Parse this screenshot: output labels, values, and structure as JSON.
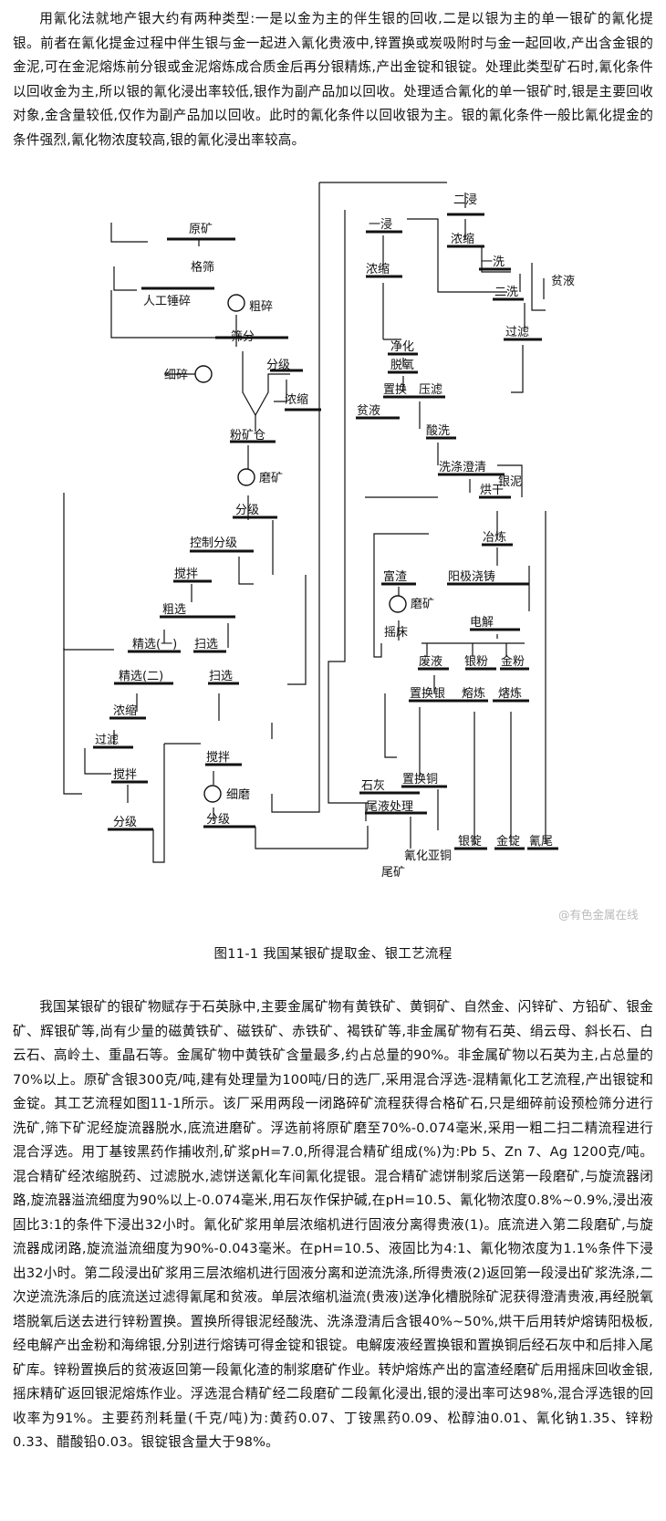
{
  "intro_paragraph": "用氰化法就地产银大约有两种类型:一是以金为主的伴生银的回收,二是以银为主的单一银矿的氰化提银。前者在氰化提金过程中伴生银与金一起进入氰化贵液中,锌置换或炭吸附时与金一起回收,产出含金银的金泥,可在金泥熔炼前分银或金泥熔炼成合质金后再分银精炼,产出金锭和银锭。处理此类型矿石时,氰化条件以回收金为主,所以银的氰化浸出率较低,银作为副产品加以回收。处理适合氰化的单一银矿时,银是主要回收对象,金含量较低,仅作为副产品加以回收。此时的氰化条件以回收银为主。银的氰化条件一般比氰化提金的条件强烈,氰化物浓度较高,银的氰化浸出率较高。",
  "figure": {
    "caption": "图11-1 我国某银矿提取金、银工艺流程",
    "watermark": "@有色金属在线",
    "labels": {
      "yuankuang": "原矿",
      "geshai": "格筛",
      "rengong": "人工锤碎",
      "cusui": "粗碎",
      "shaifen": "筛分",
      "xisui": "细碎",
      "fenji1": "分级",
      "nongsuo1": "浓缩",
      "fenkuangcang": "粉矿仓",
      "mokuang1": "磨矿",
      "fenji2": "分级",
      "kongzhifenji": "控制分级",
      "jiaoban1": "搅拌",
      "cuxuan": "粗选",
      "jingxuan1": "精选(一)",
      "saoxuan1": "扫选",
      "jingxuan2": "精选(二)",
      "saoxuan2": "扫选",
      "nongsuo2": "浓缩",
      "guolv1": "过滤",
      "jiaoban2": "搅拌",
      "fenji3": "分级",
      "jiaoban3": "搅拌",
      "ximo": "细磨",
      "fenji4": "分级",
      "weikuang": "尾矿",
      "yijin": "一浸",
      "nongsuo3": "浓缩",
      "erjin": "二浸",
      "nongsuo4": "浓缩",
      "yixi": "一洗",
      "pinye1": "贫液",
      "erxi": "二洗",
      "guolv2": "过滤",
      "jinghua": "净化",
      "tuoyang": "脱氧",
      "zhihuan": "置换",
      "yalv": "压滤",
      "pinye2": "贫液",
      "suanxi": "酸洗",
      "xidi": "洗涤澄清",
      "yinni": "银泥",
      "honggan": "烘干",
      "yelian": "冶炼",
      "fuzha": "富渣",
      "mokuang2": "磨矿",
      "yangjijiaozhu": "阳极浇铸",
      "yaochuang": "摇床",
      "dianjie": "电解",
      "feiye": "废液",
      "yinfen": "银粉",
      "jinfen": "金粉",
      "zhihuanyin": "置换银",
      "ronglian1": "熔炼",
      "ronglian2": "熔炼",
      "shihui": "石灰",
      "zhihuantong": "置换铜",
      "weiyechuli": "尾液处理",
      "qinghuayatong": "氰化亚铜",
      "yinding": "银锭",
      "jinding": "金锭",
      "qingwei": "氰尾"
    }
  },
  "body_paragraph": "我国某银矿的银矿物赋存于石英脉中,主要金属矿物有黄铁矿、黄铜矿、自然金、闪锌矿、方铅矿、银金矿、辉银矿等,尚有少量的磁黄铁矿、磁铁矿、赤铁矿、褐铁矿等,非金属矿物有石英、绢云母、斜长石、白云石、高岭土、重晶石等。金属矿物中黄铁矿含量最多,约占总量的90%。非金属矿物以石英为主,占总量的70%以上。原矿含银300克/吨,建有处理量为100吨/日的选厂,采用混合浮选-混精氰化工艺流程,产出银锭和金锭。其工艺流程如图11-1所示。该厂采用两段一闭路碎矿流程获得合格矿石,只是细碎前设预检筛分进行洗矿,筛下矿泥经旋流器脱水,底流进磨矿。浮选前将原矿磨至70%-0.074毫米,采用一粗二扫二精流程进行混合浮选。用丁基铵黑药作捕收剂,矿浆pH=7.0,所得混合精矿组成(%)为:Pb 5、Zn 7、Ag 1200克/吨。混合精矿经浓缩脱药、过滤脱水,滤饼送氰化车间氰化提银。混合精矿滤饼制浆后送第一段磨矿,与旋流器闭路,旋流器溢流细度为90%以上-0.074毫米,用石灰作保护碱,在pH=10.5、氰化物浓度0.8%~0.9%,浸出液固比3:1的条件下浸出32小时。氰化矿浆用单层浓缩机进行固液分离得贵液(1)。底流进入第二段磨矿,与旋流器成闭路,旋流溢流细度为90%-0.043毫米。在pH=10.5、液固比为4:1、氰化物浓度为1.1%条件下浸出32小时。第二段浸出矿浆用三层浓缩机进行固液分离和逆流洗涤,所得贵液(2)返回第一段浸出矿浆洗涤,二次逆流洗涤后的底流送过滤得氰尾和贫液。单层浓缩机溢流(贵液)送净化槽脱除矿泥获得澄清贵液,再经脱氧塔脱氧后送去进行锌粉置换。置换所得银泥经酸洗、洗涤澄清后含银40%~50%,烘干后用转炉熔铸阳极板,经电解产出金粉和海绵银,分别进行熔铸可得金锭和银锭。电解废液经置换银和置换铜后经石灰中和后排入尾矿库。锌粉置换后的贫液返回第一段氰化渣的制浆磨矿作业。转炉熔炼产出的富渣经磨矿后用摇床回收金银,摇床精矿返回银泥熔炼作业。浮选混合精矿经二段磨矿二段氰化浸出,银的浸出率可达98%,混合浮选银的回收率为91%。主要药剂耗量(千克/吨)为:黄药0.07、丁铵黑药0.09、松醇油0.01、氰化钠1.35、锌粉0.33、醋酸铅0.03。银锭银含量大于98%。"
}
